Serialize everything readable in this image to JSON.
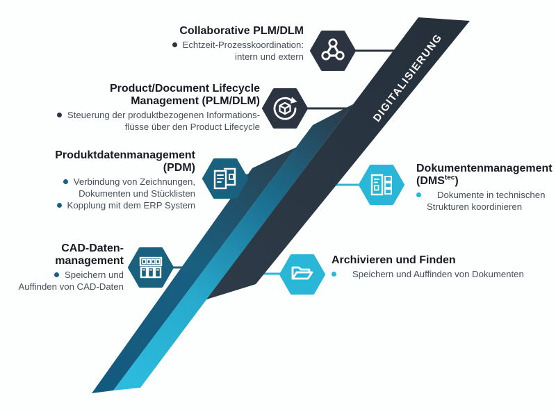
{
  "diagram": {
    "band_label": "DIGITALISIERUNG",
    "colors": {
      "navy": "#2b3440",
      "teal": "#19617f",
      "cyan": "#29b6d7",
      "title_text": "#171c23",
      "body_text": "#454e59"
    },
    "items": [
      {
        "id": "collaborative-plm-dlm",
        "icon": "network-icon",
        "accent": "#2b3440",
        "title_lines": [
          "Collaborative PLM/DLM"
        ],
        "bullets": [
          {
            "lead": "Echtzeit-Prozesskoordination:",
            "rest": [
              "intern und extern"
            ]
          }
        ]
      },
      {
        "id": "plm-dlm",
        "icon": "lifecycle-icon",
        "accent": "#2b3440",
        "title_lines": [
          "Product/Document Lifecycle",
          "Management (PLM/DLM)"
        ],
        "bullets": [
          {
            "lead": "Steuerung der produktbezogenen Informations-",
            "rest": [
              "flüsse über den Product Lifecycle"
            ]
          }
        ]
      },
      {
        "id": "pdm",
        "icon": "documents-icon",
        "accent": "#19617f",
        "title_lines": [
          "Produktdatenmanagement",
          "(PDM)"
        ],
        "bullets": [
          {
            "lead": "Verbindung von Zeichnungen,",
            "rest": [
              "Dokumenten und Stücklisten"
            ]
          },
          {
            "lead": "Kopplung mit dem ERP System",
            "rest": []
          }
        ]
      },
      {
        "id": "cad-datenmanagement",
        "icon": "cad-cabinet-icon",
        "accent": "#19617f",
        "title_lines": [
          "CAD-Daten-",
          "management"
        ],
        "bullets": [
          {
            "lead": "Speichern und",
            "rest": [
              "Auffinden von CAD-Daten"
            ]
          }
        ]
      },
      {
        "id": "dokumentenmanagement-dms-tec",
        "icon": "structured-document-icon",
        "accent": "#29b6d7",
        "title_lines": [
          "Dokumentenmanagement"
        ],
        "title2_pre": "(DMS",
        "title2_sup": "tec",
        "title2_post": ")",
        "bullets": [
          {
            "lead": "Dokumente in technischen",
            "rest": [
              "Strukturen koordinieren"
            ]
          }
        ]
      },
      {
        "id": "archivieren-und-finden",
        "icon": "open-folder-icon",
        "accent": "#29b6d7",
        "title_lines": [
          "Archivieren und Finden"
        ],
        "bullets": [
          {
            "lead": "Speichern und Auffinden von Dokumenten",
            "rest": []
          }
        ]
      }
    ]
  }
}
